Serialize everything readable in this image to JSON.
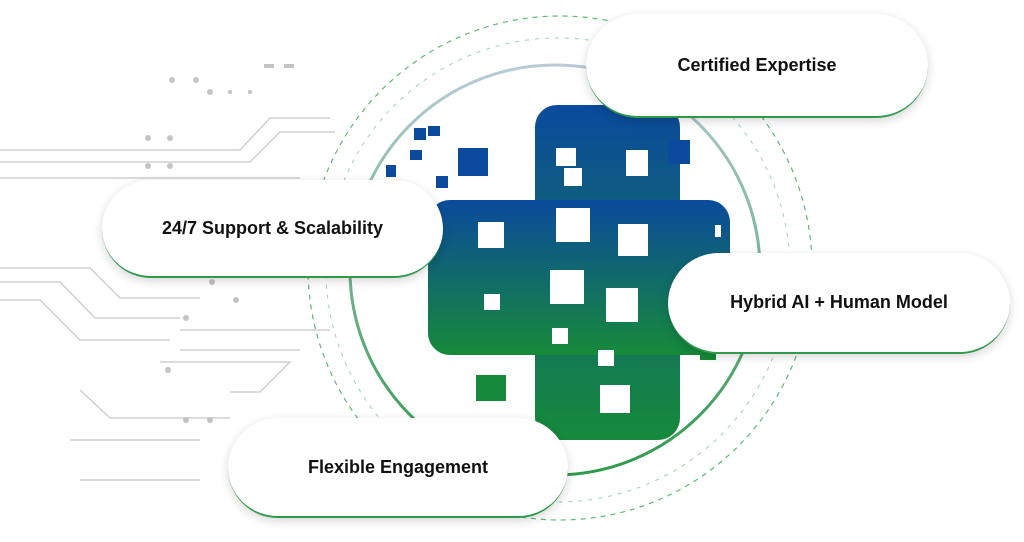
{
  "features": [
    {
      "label": "Certified Expertise"
    },
    {
      "label": "24/7 Support & Scalability"
    },
    {
      "label": "Hybrid AI + Human Model"
    },
    {
      "label": "Flexible Engagement"
    }
  ],
  "colors": {
    "blue": "#0b4a9c",
    "green": "#168a3a",
    "accent": "#2f9a4a",
    "circuit": "#c8c8c8"
  }
}
